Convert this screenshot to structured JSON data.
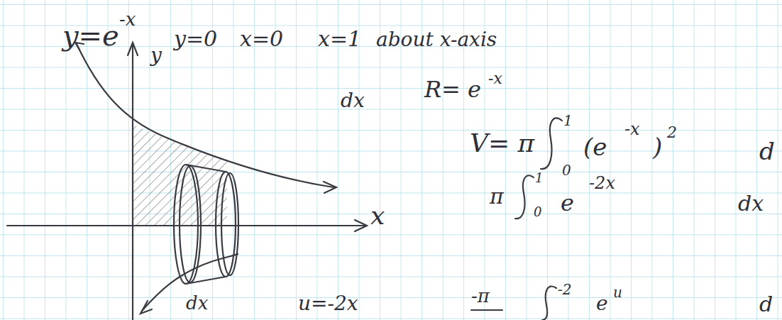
{
  "diagram": {
    "labels": [
      "y=e",
      "-x",
      "y=0",
      "x=0",
      "x=1",
      "about x-axis",
      "y",
      "dx",
      "R= e",
      "-x",
      "V= π",
      "1",
      "0",
      "(e",
      "-x",
      ")",
      "2",
      "d",
      "π",
      "1",
      "0",
      "e",
      "-2x",
      "dx",
      "x",
      "dx",
      "u=-2x",
      "-π",
      "-2",
      "e",
      "u",
      "d"
    ]
  }
}
